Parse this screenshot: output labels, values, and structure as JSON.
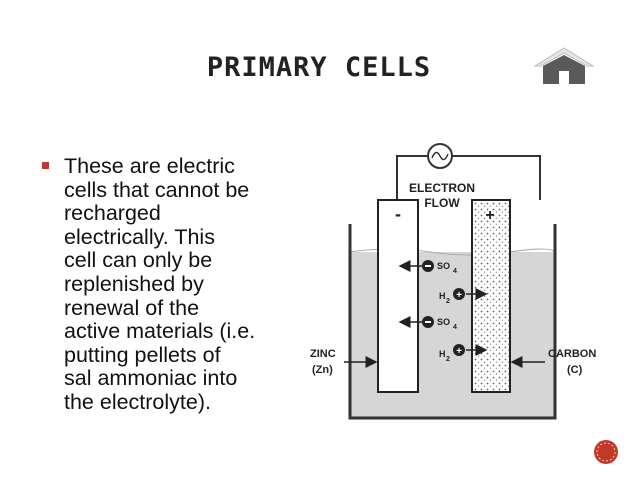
{
  "slide": {
    "title": "PRIMARY CELLS",
    "bullet_text": "These are electric\ncells that cannot be\nrecharged\nelectrically. This\ncell can only be\nreplenished by\nrenewal of the\nactive materials (i.e.\nputting pellets of\nsal ammoniac into\nthe electrolyte)."
  },
  "diagram": {
    "electron_flow_line1": "ELECTRON",
    "electron_flow_line2": "FLOW",
    "minus": "-",
    "plus": "+",
    "so4_a": "SO",
    "so4_a_sub": "4",
    "so4_b": "SO",
    "so4_b_sub": "4",
    "h2_a": "H",
    "h2_a_sub": "2",
    "h2_b": "H",
    "h2_b_sub": "2",
    "zinc_line1": "ZINC",
    "zinc_line2": "(Zn)",
    "carbon_line1": "CARBON",
    "carbon_line2": "(C)"
  },
  "icons": {
    "home": "home-icon",
    "nav": "navigation-dot-icon"
  },
  "colors": {
    "accent": "#c0392b",
    "electrolyte": "#d8d8d8"
  }
}
